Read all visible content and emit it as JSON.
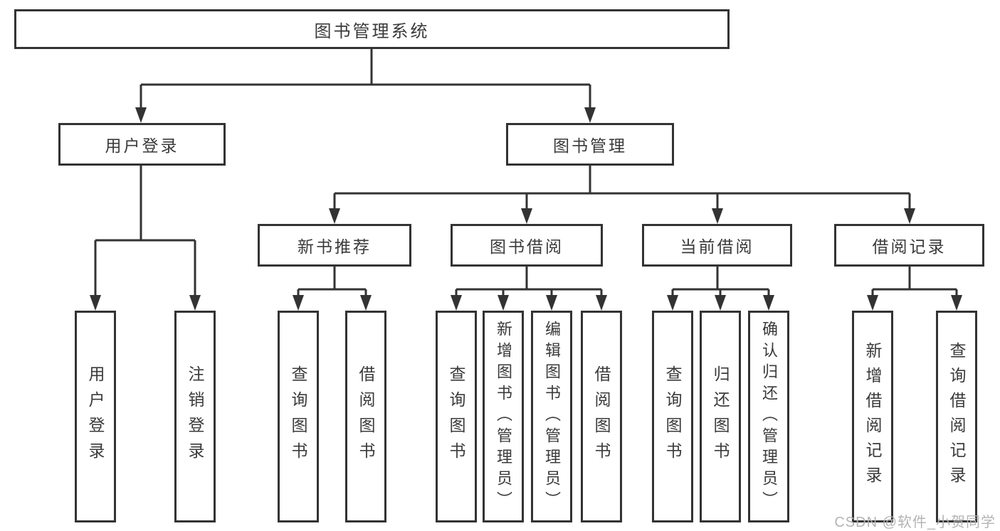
{
  "tree": {
    "root": "图书管理系统",
    "branches": [
      {
        "label": "用户登录",
        "children": [
          "用户登录",
          "注销登录"
        ]
      },
      {
        "label": "图书管理",
        "groups": [
          {
            "label": "新书推荐",
            "children": [
              "查询图书",
              "借阅图书"
            ]
          },
          {
            "label": "图书借阅",
            "children": [
              "查询图书",
              "新增图书（管理员）",
              "编辑图书（管理员）",
              "借阅图书"
            ]
          },
          {
            "label": "当前借阅",
            "children": [
              "查询图书",
              "归还图书",
              "确认归还（管理员）"
            ]
          },
          {
            "label": "借阅记录",
            "children": [
              "新增借阅记录",
              "查询借阅记录"
            ]
          }
        ]
      }
    ]
  },
  "watermark": "CSDN @软件_小贺同学",
  "colors": {
    "line": "#333333",
    "box_border": "#333333",
    "box_fill": "#ffffff",
    "text": "#3a3a3a",
    "watermark": "#b0b0b0"
  }
}
